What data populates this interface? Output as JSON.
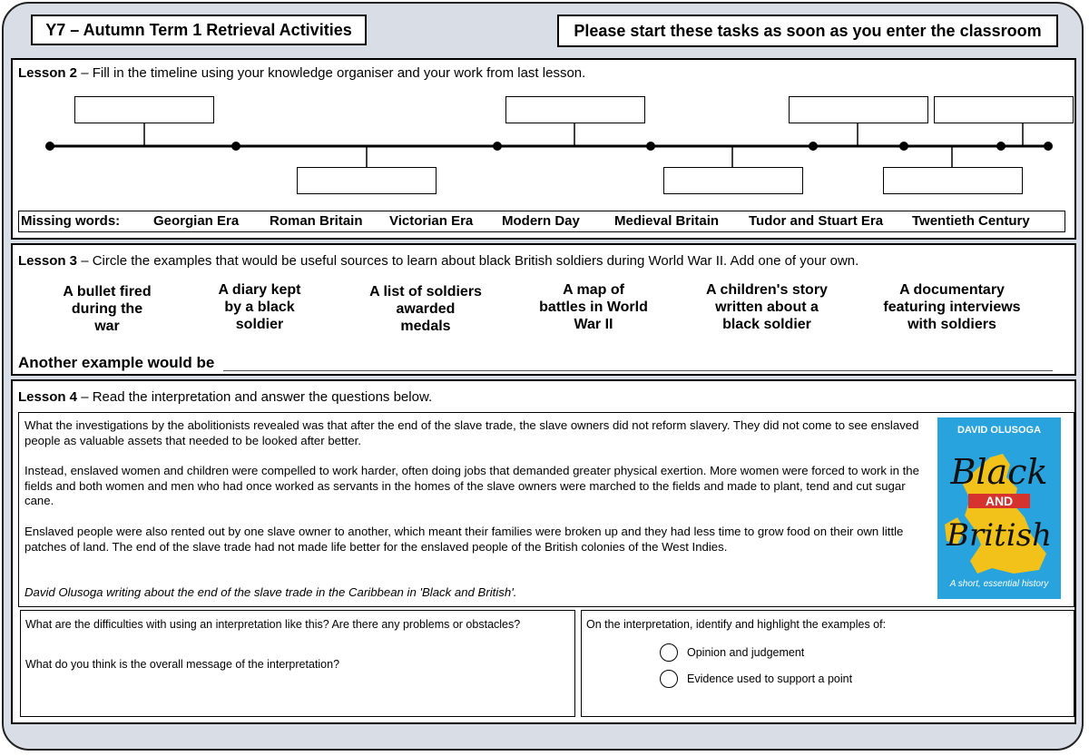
{
  "header": {
    "title": "Y7 – Autumn Term 1 Retrieval Activities",
    "instruction": "Please start these tasks as soon as you enter the classroom"
  },
  "lesson2": {
    "label": "Lesson 2",
    "text": " – Fill in the timeline using your knowledge organiser and your work from last lesson.",
    "missing_label": "Missing words:",
    "missing_words": [
      "Georgian Era",
      "Roman Britain",
      "Victorian Era",
      "Modern Day",
      "Medieval Britain",
      "Tudor and Stuart Era",
      "Twentieth Century"
    ]
  },
  "lesson3": {
    "label": "Lesson 3",
    "text": " – Circle the examples that would be useful sources to learn about black British soldiers during World War II.  Add one of your own.",
    "sources": [
      [
        "A bullet fired",
        "during the",
        "war"
      ],
      [
        "A diary kept",
        "by a black",
        "soldier"
      ],
      [
        "A list of soldiers",
        "awarded",
        "medals"
      ],
      [
        "A map of",
        "battles in World",
        "War II"
      ],
      [
        "A children's story",
        "written about a",
        "black soldier"
      ],
      [
        "A documentary",
        "featuring interviews",
        "with soldiers"
      ]
    ],
    "another": "Another example would be"
  },
  "lesson4": {
    "label": "Lesson 4",
    "text": " – Read the interpretation and answer the questions below.",
    "paragraphs": [
      "What the investigations by the abolitionists revealed was that after the end of the slave trade, the slave owners did not reform slavery.  They did not come to see enslaved people as valuable assets that needed to be looked after better.",
      "Instead, enslaved women and children were compelled to work harder, often doing jobs that demanded greater physical exertion.  More women were forced to work in the fields and both women and men who had once worked as servants in the homes of the slave owners were marched to the fields and made to plant, tend and cut sugar cane.",
      "Enslaved people were also rented out by one slave owner to another, which meant their families were broken up and they had less time to grow food on their own little patches of land. The end of the slave trade had not made life better for the enslaved people of the British colonies of the West Indies."
    ],
    "attribution": "David Olusoga writing about the end of the slave trade in the Caribbean in 'Black and British'.",
    "book": {
      "author": "DAVID OLUSOGA",
      "title_1": "Black",
      "title_2": "AND",
      "title_3": "British",
      "subtitle": "A short, essential history"
    },
    "q1": "What are the difficulties with using an interpretation like this? Are there any problems or obstacles?",
    "q2": "What do you think is the overall message of the interpretation?",
    "highlight_prompt": "On the interpretation, identify and highlight the examples of:",
    "option1": "Opinion and judgement",
    "option2": "Evidence used to support a point"
  }
}
